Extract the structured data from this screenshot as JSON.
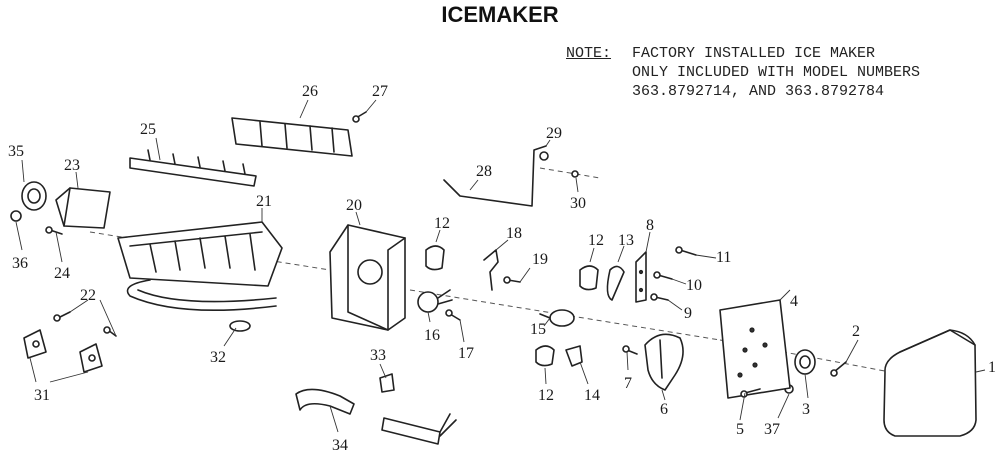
{
  "title": "ICEMAKER",
  "note": {
    "label": "NOTE:",
    "lines": [
      "FACTORY INSTALLED ICE MAKER",
      "ONLY INCLUDED WITH MODEL NUMBERS",
      "363.8792714, AND 363.8792784"
    ]
  },
  "parts": [
    "1",
    "2",
    "3",
    "4",
    "5",
    "6",
    "7",
    "8",
    "9",
    "10",
    "11",
    "12",
    "12",
    "12",
    "13",
    "14",
    "15",
    "16",
    "17",
    "18",
    "19",
    "20",
    "21",
    "22",
    "23",
    "24",
    "25",
    "26",
    "27",
    "28",
    "29",
    "30",
    "31",
    "32",
    "33",
    "34",
    "35",
    "36",
    "37"
  ]
}
